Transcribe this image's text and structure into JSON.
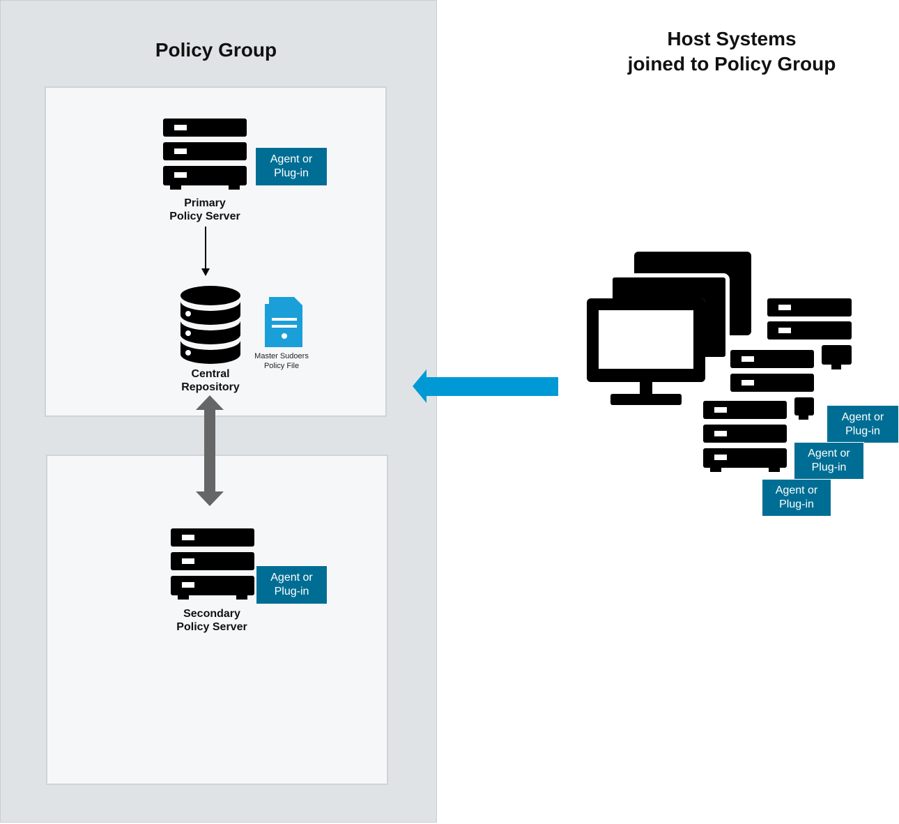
{
  "policy_group": {
    "title": "Policy Group",
    "primary_server_label": "Primary Policy Server",
    "primary_server_line1": "Primary",
    "primary_server_line2": "Policy Server",
    "repository_line1": "Central",
    "repository_line2": "Repository",
    "policy_file_line1": "Master Sudoers",
    "policy_file_line2": "Policy File",
    "secondary_server_line1": "Secondary",
    "secondary_server_line2": "Policy Server"
  },
  "host_systems": {
    "title_line1": "Host Systems",
    "title_line2": "joined to Policy Group"
  },
  "badges": {
    "agent_label": "Agent or Plug-in"
  },
  "colors": {
    "panel_bg": "#dfe3e6",
    "inner_bg": "#f6f7f9",
    "badge_bg": "#006e94",
    "arrow_blue": "#0099d6",
    "arrow_gray": "#666666",
    "file_icon": "#1a9fd9"
  }
}
